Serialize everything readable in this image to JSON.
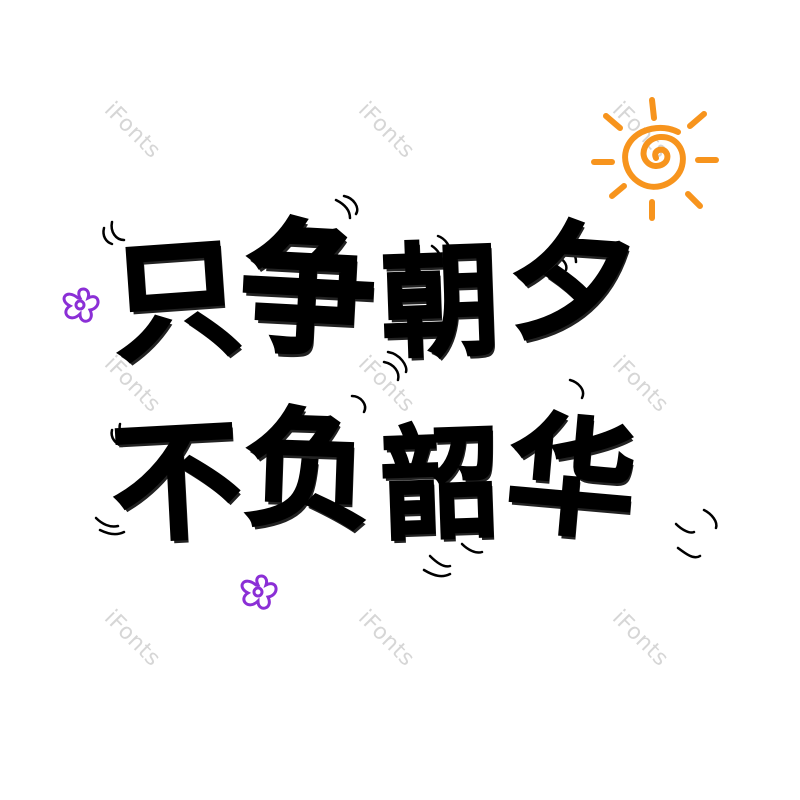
{
  "artwork": {
    "line1": [
      "只",
      "争",
      "朝",
      "夕"
    ],
    "line2": [
      "不",
      "负",
      "韶",
      "华"
    ]
  },
  "watermark": {
    "text": "iFonts"
  },
  "colors": {
    "text": "#000000",
    "sun": "#f7941d",
    "flower": "#8b2fd6",
    "watermark": "#d6d6d6"
  },
  "icons": [
    "sun-icon",
    "flower-icon"
  ]
}
